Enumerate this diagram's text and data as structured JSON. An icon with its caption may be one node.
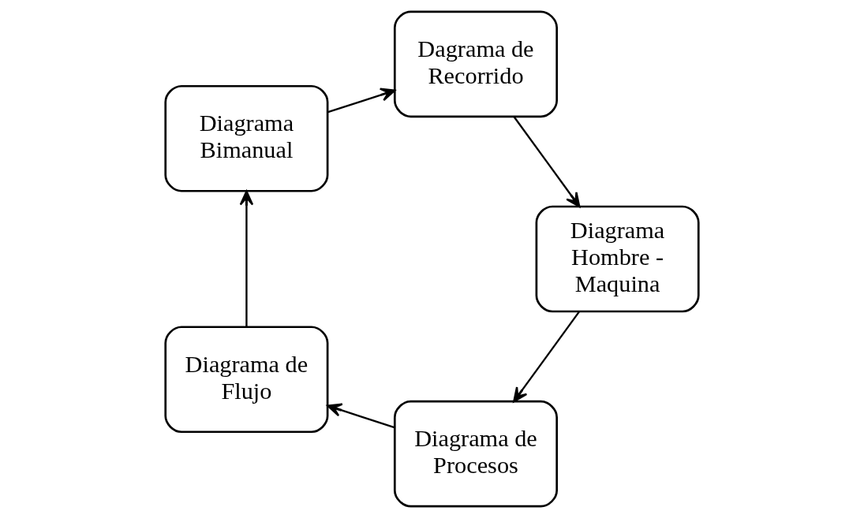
{
  "diagram": {
    "nodes": [
      {
        "text": [
          "Diagrama de Procesos"
        ]
      },
      {
        "text": [
          "Diagrama de Flujo"
        ]
      },
      {
        "text": [
          "Diagrama Bimanual"
        ]
      },
      {
        "text": [
          "Dagrama de Recorrido"
        ]
      },
      {
        "text": [
          "Diagrama Hombre - Maquina"
        ]
      }
    ],
    "edges": [
      {
        "from": 0,
        "to": 1,
        "arrow": "to"
      },
      {
        "from": 1,
        "to": 2,
        "arrow": "to"
      },
      {
        "from": 2,
        "to": 3,
        "arrow": "to"
      },
      {
        "from": 3,
        "to": 4,
        "arrow": "to"
      },
      {
        "from": 4,
        "to": 0,
        "arrow": "to"
      }
    ]
  }
}
